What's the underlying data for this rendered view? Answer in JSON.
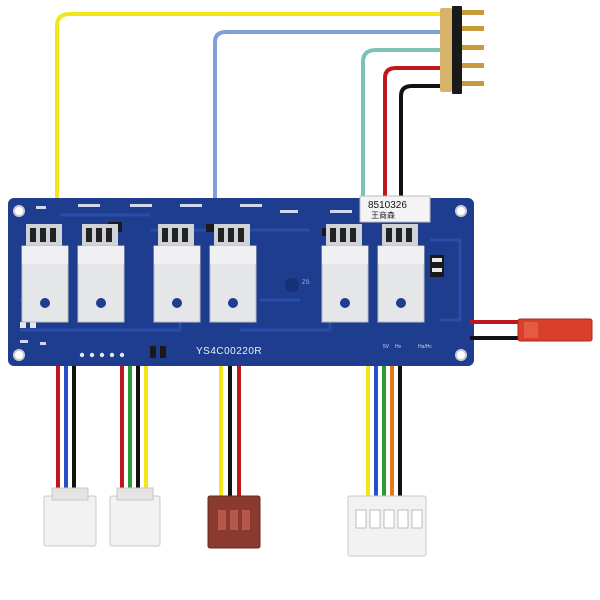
{
  "image": {
    "subject": "motor controller circuit board with attached wires and connectors",
    "background": "#ffffff"
  },
  "board": {
    "sticker_code": "8510326",
    "sticker_subtext": "王商森",
    "model_marking": "YS4C00220R",
    "pad_labels": [
      "5V",
      "Hv",
      "Ha/Hc"
    ],
    "tiny_marking": "ZS"
  },
  "colors": {
    "pcb": "#1e3d8f",
    "pcb_trace": "#2a52b0",
    "wire_yellow": "#f2e51b",
    "wire_blue": "#7e9fd8",
    "wire_teal": "#7cc3b5",
    "wire_red": "#c0171d",
    "wire_black": "#111111",
    "wire_green": "#2a9a3a",
    "wire_orange": "#e07a1a",
    "connector_red": "#d9402c",
    "connector_brown": "#8a3a2e",
    "pin_gold": "#c89a3a"
  }
}
